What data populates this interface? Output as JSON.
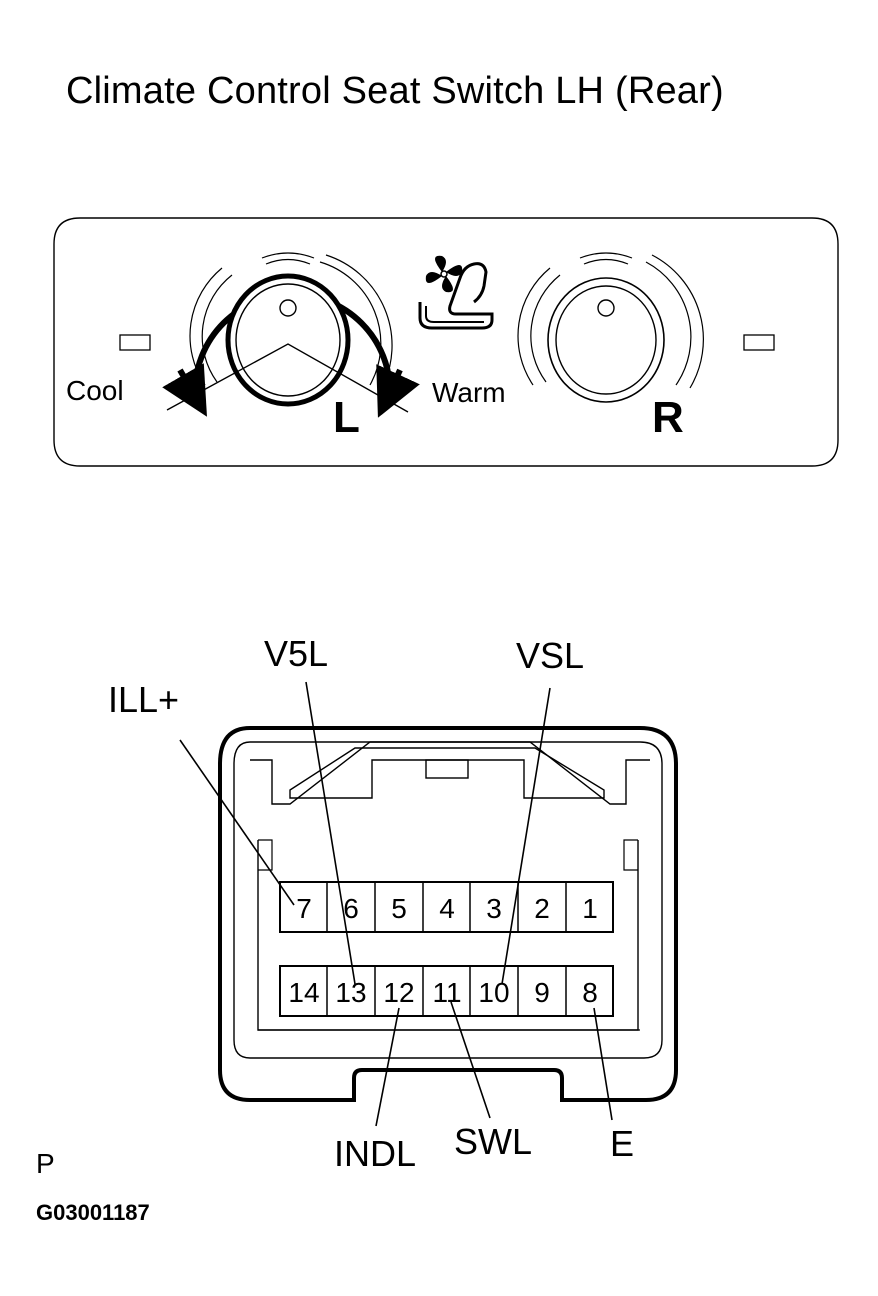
{
  "title": "Climate Control Seat Switch LH (Rear)",
  "panel": {
    "cool_label": "Cool",
    "warm_label": "Warm",
    "left_knob_label": "L",
    "right_knob_label": "R"
  },
  "connector": {
    "top_row_pins": [
      "7",
      "6",
      "5",
      "4",
      "3",
      "2",
      "1"
    ],
    "bottom_row_pins": [
      "14",
      "13",
      "12",
      "11",
      "10",
      "9",
      "8"
    ],
    "callouts": [
      {
        "label": "ILL+",
        "pin": "7"
      },
      {
        "label": "V5L",
        "pin": "13"
      },
      {
        "label": "VSL",
        "pin": "10"
      },
      {
        "label": "INDL",
        "pin": "12"
      },
      {
        "label": "SWL",
        "pin": "11"
      },
      {
        "label": "E",
        "pin": "8"
      }
    ]
  },
  "footer": {
    "page_mark": "P",
    "figure_code": "G03001187"
  }
}
